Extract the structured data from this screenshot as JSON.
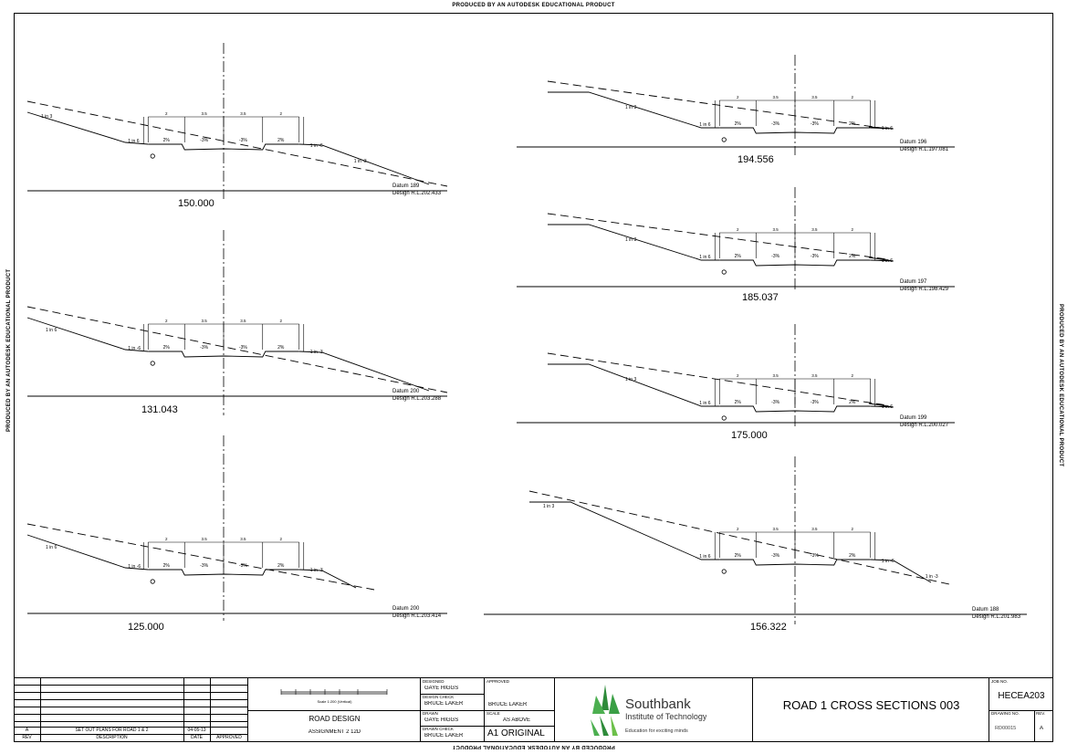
{
  "watermark": "PRODUCED BY AN AUTODESK EDUCATIONAL PRODUCT",
  "sections": [
    {
      "chainage": "150.000",
      "datum": "Datum 189",
      "design_rl": "Design R.L.202.433",
      "slopes": [
        "1 in 3",
        "1 in 6",
        "1 in -6",
        "1 in -3"
      ],
      "widths": [
        "2",
        "3.5",
        "3.5",
        "2"
      ],
      "grades": [
        "2%",
        "-3%",
        "-3%",
        "2%"
      ]
    },
    {
      "chainage": "131.043",
      "datum": "Datum 200",
      "design_rl": "Design R.L.203.288",
      "slopes": [
        "1 in 6",
        "1 in -6",
        "1 in -3"
      ],
      "widths": [
        "2",
        "3.5",
        "3.5",
        "2"
      ],
      "grades": [
        "2%",
        "-3%",
        "-3%",
        "2%"
      ]
    },
    {
      "chainage": "125.000",
      "datum": "Datum 200",
      "design_rl": "Design R.L.203.414",
      "slopes": [
        "1 in 6",
        "1 in -6",
        "1 in -3"
      ],
      "widths": [
        "2",
        "3.5",
        "3.5",
        "2"
      ],
      "grades": [
        "2%",
        "-3%",
        "-3%",
        "2%"
      ]
    },
    {
      "chainage": "194.556",
      "datum": "Datum 196",
      "design_rl": "Design R.L.197.081",
      "slopes": [
        "1 in 3",
        "1 in 6",
        "1 in 6"
      ],
      "widths": [
        "2",
        "3.5",
        "3.5",
        "2"
      ],
      "grades": [
        "2%",
        "-3%",
        "-3%",
        "2%"
      ]
    },
    {
      "chainage": "185.037",
      "datum": "Datum 197",
      "design_rl": "Design R.L.198.429",
      "slopes": [
        "1 in 3",
        "1 in 6",
        "1 in 6"
      ],
      "widths": [
        "2",
        "3.5",
        "3.5",
        "2"
      ],
      "grades": [
        "2%",
        "-3%",
        "-3%",
        "2%"
      ]
    },
    {
      "chainage": "175.000",
      "datum": "Datum 199",
      "design_rl": "Design R.L.200.027",
      "slopes": [
        "1 in 3",
        "1 in 6",
        "1 in 6"
      ],
      "widths": [
        "2",
        "3.5",
        "3.5",
        "2"
      ],
      "grades": [
        "2%",
        "-3%",
        "-3%",
        "2%"
      ]
    },
    {
      "chainage": "156.322",
      "datum": "Datum 188",
      "design_rl": "Design R.L.201.983",
      "slopes": [
        "1 in 3",
        "1 in 6",
        "1 in -6",
        "1 in -3"
      ],
      "widths": [
        "2",
        "3.5",
        "3.5",
        "2"
      ],
      "grades": [
        "2%",
        "-3%",
        "-3%",
        "2%"
      ]
    }
  ],
  "title_block": {
    "rev_row": {
      "rev": "A",
      "description": "SET OUT PLANS FOR ROAD 1 & 2",
      "date": "04-05-13"
    },
    "headers": {
      "rev": "REV",
      "description": "DESCRIPTION",
      "date": "DATE",
      "approved": "APPROVED"
    },
    "scale_caption": "Scale 1:200 (Vertical)",
    "project": "ROAD DESIGN",
    "assignment": "ASSIGNMENT 2 12D",
    "designed_label": "DESIGNED",
    "designed_by": "GAYE HIGGS",
    "design_check_label": "DESIGN CHECK",
    "design_check_by": "BRUCE LAKER",
    "drawn_label": "DRAWN",
    "drawn_by": "GAYE HIGGS",
    "drawn_check_label": "DRAWN CHECK",
    "drawn_check_by": "BRUCE LAKER",
    "approved_label": "APPROVED",
    "approved_by": "BRUCE LAKER",
    "scale_label": "SCALE",
    "scale_value": "AS ABOVE",
    "sheet": "A1 ORIGINAL",
    "logo_name": "Southbank",
    "logo_sub": "Institute of Technology",
    "logo_tagline": "Education for exciting minds",
    "drawing_title": "ROAD 1 CROSS SECTIONS 003",
    "job_no_label": "JOB NO.",
    "job_no": "HECEA203",
    "drawing_no_label": "DRAWING NO.",
    "drawing_no": "RD00015",
    "rev_label": "REV.",
    "rev_value": "A"
  }
}
